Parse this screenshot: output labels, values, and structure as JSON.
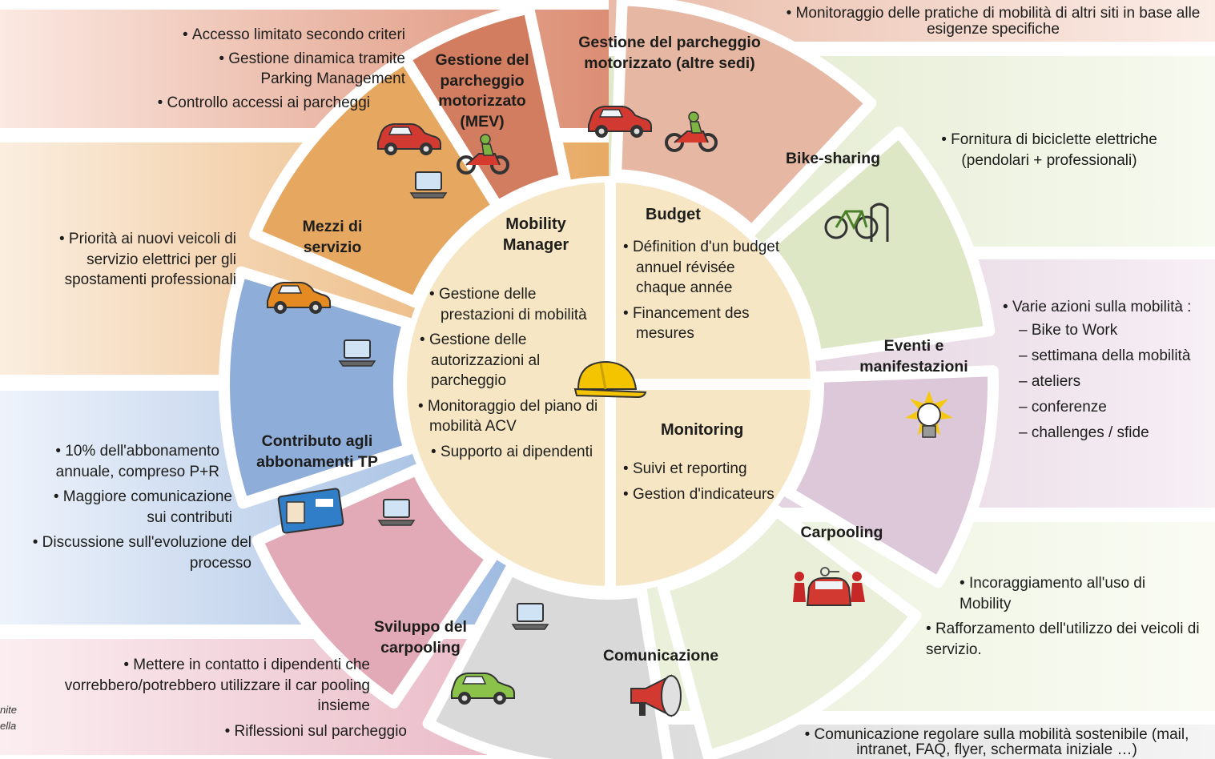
{
  "center": {
    "mobility_manager": {
      "title": "Mobility Manager",
      "items": [
        "Gestione delle prestazioni di mobilità",
        "Gestione delle autorizzazioni al parcheggio",
        "Monitoraggio del piano di mobilità ACV",
        "Supporto ai dipendenti"
      ]
    },
    "budget": {
      "title": "Budget",
      "items": [
        "Définition d'un budget annuel révisée chaque année",
        "Financement des mesures"
      ]
    },
    "monitoring": {
      "title": "Monitoring",
      "items": [
        "Suivi et reporting",
        "Gestion d'indicateurs"
      ]
    }
  },
  "segments": [
    {
      "title": "Gestione del parcheggio motorizzato (MEV)",
      "color": "#d27c60",
      "icons": [
        "car-icon",
        "motorbike-icon",
        "laptop-icon"
      ],
      "notes": [
        "Accesso limitato secondo criteri",
        "Gestione dinamica tramite Parking Management",
        "Controllo accessi ai parcheggi"
      ]
    },
    {
      "title": "Gestione del parcheggio motorizzato (altre sedi)",
      "color": "#e6b7a3",
      "icons": [
        "car-icon",
        "motorbike-icon"
      ],
      "notes": [
        "Monitoraggio delle pratiche di mobilità di altri siti in base alle esigenze specifiche"
      ]
    },
    {
      "title": "Bike-sharing",
      "color": "#dde7c6",
      "icons": [
        "bicycle-icon"
      ],
      "notes": [
        "Fornitura di biciclette elettriche (pendolari + professionali)"
      ]
    },
    {
      "title": "Eventi e manifestazioni",
      "color": "#dcc8d9",
      "icons": [
        "lightbulb-icon"
      ],
      "notes": [
        "Varie azioni sulla mobilità :"
      ],
      "subnotes": [
        "– Bike to Work",
        "– settimana della mobilità",
        "– ateliers",
        "– conferenze",
        "– challenges / sfide"
      ]
    },
    {
      "title": "Carpooling",
      "color": "#e9efd9",
      "icons": [
        "carpool-icon"
      ],
      "notes": [
        "Incoraggiamento all'uso di Mobility",
        "Rafforzamento dell'utilizzo dei veicoli di servizio."
      ]
    },
    {
      "title": "Comunicazione",
      "color": "#d9d9d9",
      "icons": [
        "megaphone-icon"
      ],
      "notes": [
        "Comunicazione regolare sulla mobilità sostenibile (mail, intranet, FAQ, flyer, schermata iniziale …)"
      ]
    },
    {
      "title": "Sviluppo del carpooling",
      "color": "#e2a9b6",
      "icons": [
        "laptop-icon",
        "green-car-icon"
      ],
      "notes": [
        "Mettere in contatto i dipendenti che vorrebbero/potrebbero utilizzare il car pooling insieme",
        "Riflessioni sul parcheggio"
      ]
    },
    {
      "title": "Contributo agli abbonamenti TP",
      "color": "#8eadd9",
      "icons": [
        "travel-card-icon",
        "laptop-icon"
      ],
      "notes": [
        "10% dell'abbonamento annuale, compreso P+R",
        "Maggiore comunicazione sui contributi",
        "Discussione sull'evoluzione del processo"
      ]
    },
    {
      "title": "Mezzi di servizio",
      "color": "#e6a760",
      "icons": [
        "electric-car-icon",
        "laptop-icon"
      ],
      "notes": [
        "Priorità ai nuovi veicoli di servizio elettrici per gli spostamenti professionali"
      ]
    }
  ],
  "side_note": [
    "nite",
    "ella"
  ],
  "colors": {
    "center": "#f6e6c4",
    "hub_line": "#ffffff",
    "helmet": "#f5c400"
  }
}
